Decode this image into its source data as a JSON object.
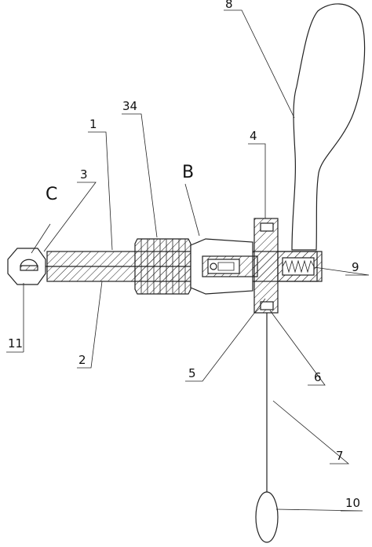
{
  "figure": {
    "labels": {
      "part1": "1",
      "part2": "2",
      "part3": "3",
      "part4": "4",
      "part5": "5",
      "part6": "6",
      "part7": "7",
      "part8": "8",
      "part9": "9",
      "part10": "10",
      "part11": "11",
      "part34": "34",
      "detailB": "B",
      "detailC": "C"
    }
  }
}
